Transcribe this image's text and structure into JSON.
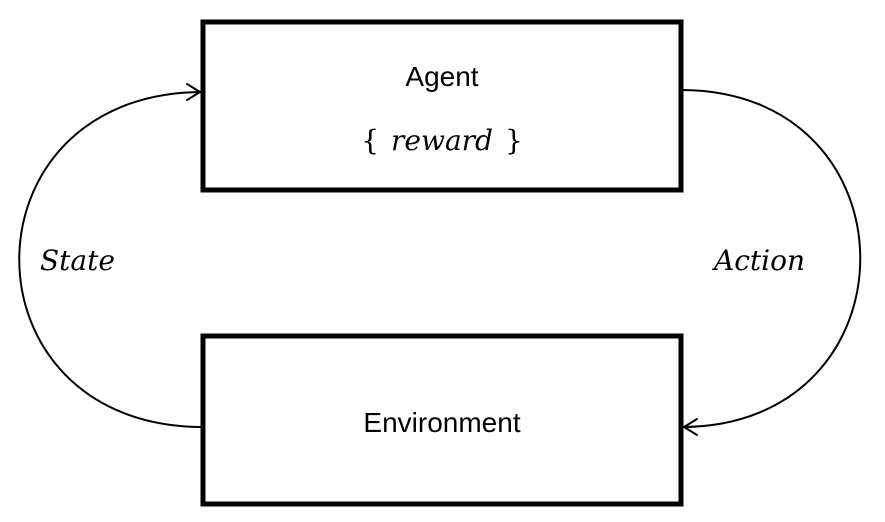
{
  "agent": {
    "title": "Agent",
    "brace_open": "{",
    "reward": "reward",
    "brace_close": "}"
  },
  "environment": {
    "title": "Environment"
  },
  "edges": {
    "state_label": "State",
    "action_label": "Action"
  }
}
